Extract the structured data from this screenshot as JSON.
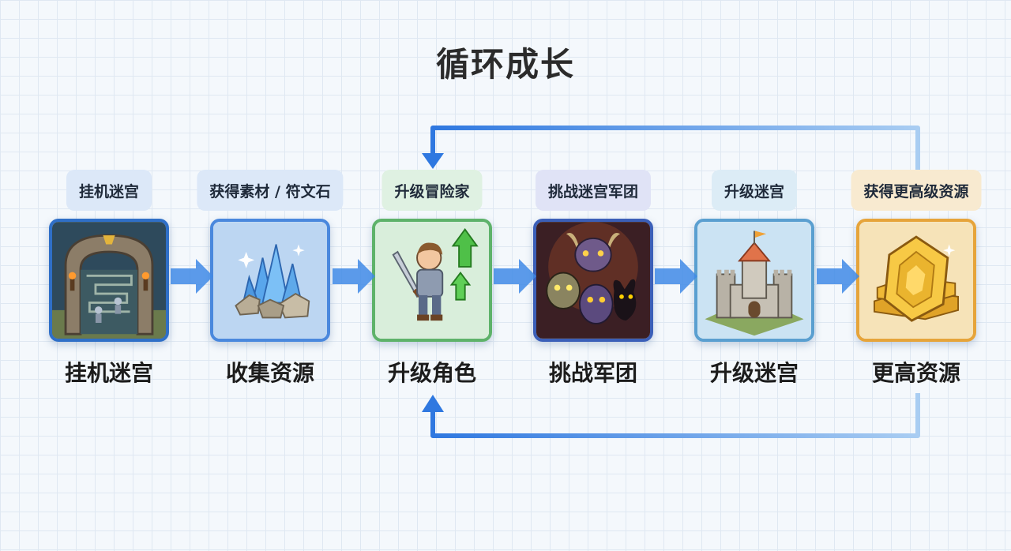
{
  "title": "循环成长",
  "steps": [
    {
      "tag": "挂机迷宫",
      "label": "挂机迷宫",
      "icon": "maze-gate-icon",
      "tag_bg": "#dce8f8",
      "card_border": "#2f6fc7"
    },
    {
      "tag": "获得素材 / 符文石",
      "label": "收集资源",
      "icon": "crystal-ore-icon",
      "tag_bg": "#dce8f8",
      "card_border": "#4a88dd"
    },
    {
      "tag": "升级冒险家",
      "label": "升级角色",
      "icon": "knight-upgrade-icon",
      "tag_bg": "#dff1e2",
      "card_border": "#5eb26a"
    },
    {
      "tag": "挑战迷宫军团",
      "label": "挑战军团",
      "icon": "demon-legion-icon",
      "tag_bg": "#e0e3f6",
      "card_border": "#3b5fb8"
    },
    {
      "tag": "升级迷宫",
      "label": "升级迷宫",
      "icon": "castle-icon",
      "tag_bg": "#dcecf6",
      "card_border": "#5a9fd0"
    },
    {
      "tag": "获得更高级资源",
      "label": "更高资源",
      "icon": "gold-bars-icon",
      "tag_bg": "#f8ead0",
      "card_border": "#e6a43a"
    }
  ],
  "colors": {
    "arrow": "#3f8ae6",
    "loop": "#3a7fe0"
  }
}
